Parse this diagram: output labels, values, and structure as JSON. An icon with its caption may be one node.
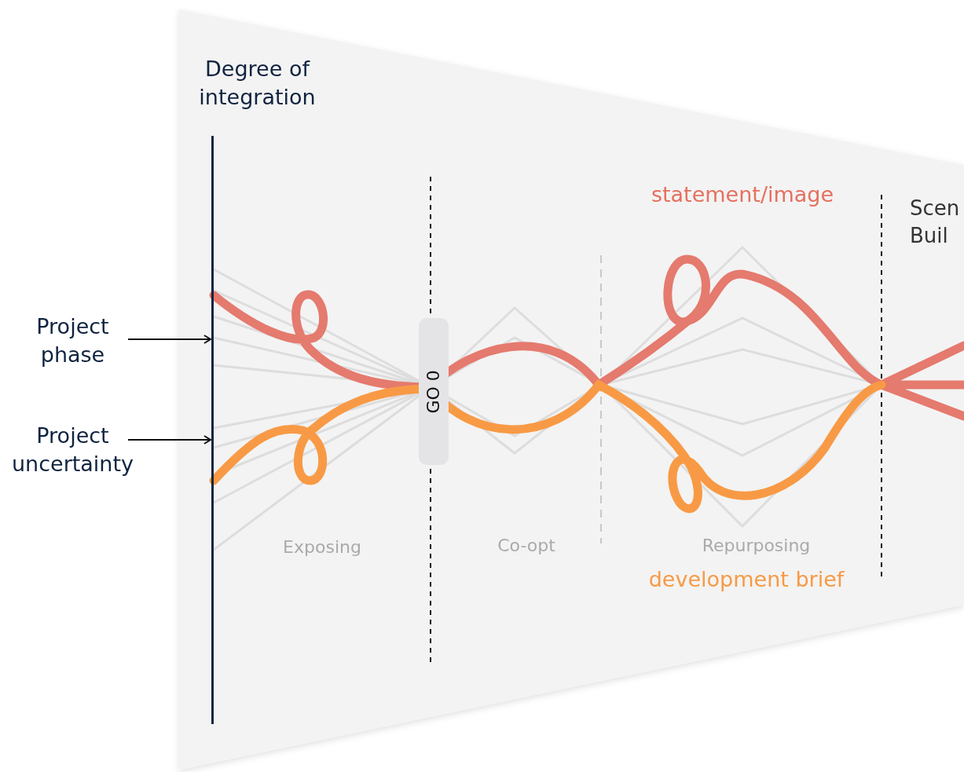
{
  "diagram": {
    "nodes": [
      {
        "text": [
          "Project phase"
        ]
      },
      {
        "text": [
          "Project uncertainty"
        ]
      },
      {
        "text": [
          "GO 0"
        ]
      },
      {
        "text": [],
        "shape": "bar"
      }
    ],
    "edges": [
      {
        "from": 0,
        "to": 3,
        "arrow": "to"
      },
      {
        "from": 1,
        "to": 3,
        "arrow": "to"
      }
    ],
    "labels": [
      "Degree of integration",
      "statement/image",
      "Scen Buil",
      "Exposing",
      "Co-opt",
      "Repurposing",
      "development brief"
    ]
  }
}
